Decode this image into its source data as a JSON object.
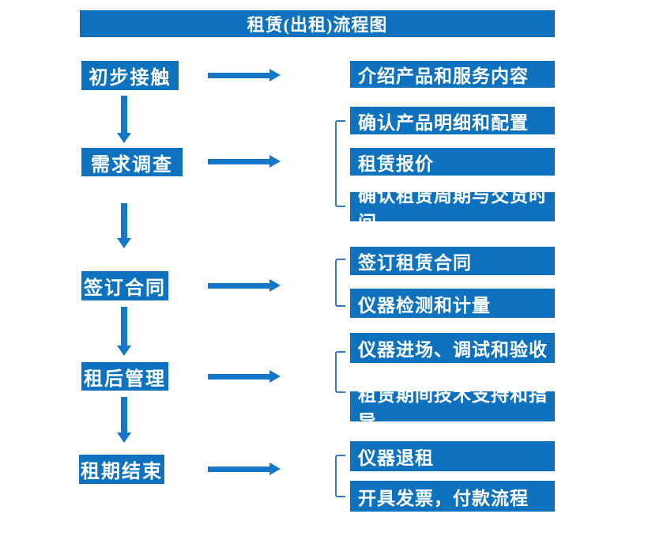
{
  "title": "租赁(出租)流程图",
  "colors": {
    "box": "#0E72BE",
    "arrow": "#1677C9",
    "bracket": "#3579BE",
    "box_text": "#FFFFFF"
  },
  "stages": [
    {
      "label": "初步接触",
      "outputs": [
        "介绍产品和服务内容"
      ]
    },
    {
      "label": "需求调查",
      "outputs": [
        "确认产品明细和配置",
        "租赁报价",
        "确认租赁周期与交货时间"
      ]
    },
    {
      "label": "签订合同",
      "outputs": [
        "签订租赁合同",
        "仪器检测和计量"
      ]
    },
    {
      "label": "租后管理",
      "outputs": [
        "仪器进场、调试和验收",
        "租赁期间技术支持和指导"
      ]
    },
    {
      "label": "租期结束",
      "outputs": [
        "仪器退租",
        "开具发票，付款流程"
      ]
    }
  ]
}
